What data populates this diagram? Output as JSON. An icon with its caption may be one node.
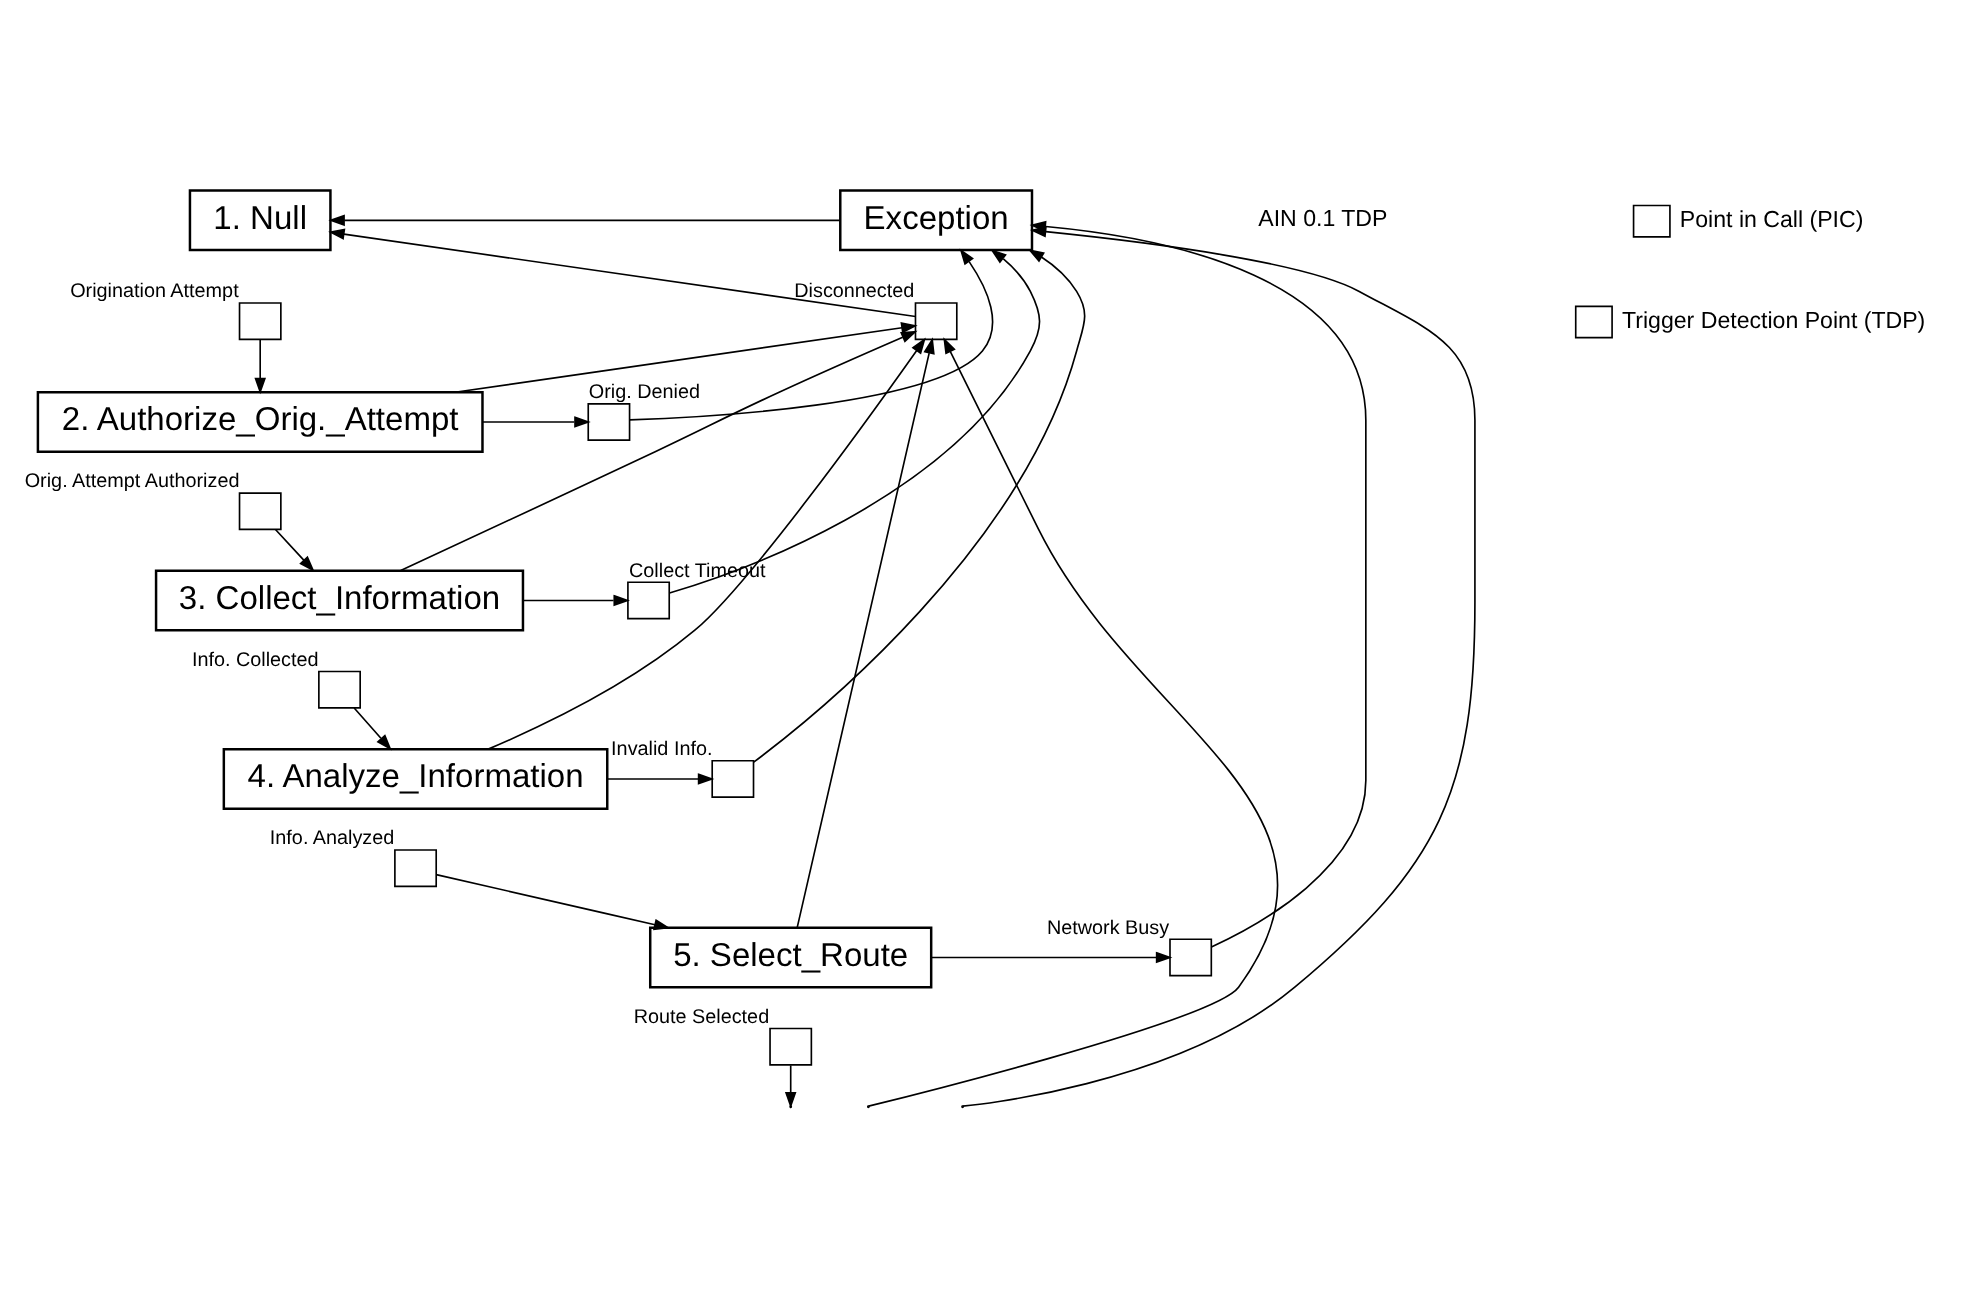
{
  "diagram": {
    "nodes": [
      {
        "text": [
          "1. Null"
        ]
      },
      {
        "text": [],
        "shape": "box",
        "beside": [
          "Origination Attempt"
        ]
      },
      {
        "text": [
          "2. Authorize_Orig._Attempt"
        ]
      },
      {
        "text": [],
        "shape": "box",
        "beside": [
          "Orig. Attempt Authorized"
        ]
      },
      {
        "text": [],
        "shape": "box",
        "beside": [
          "Orig. Denied"
        ]
      },
      {
        "text": [
          "3. Collect_Information"
        ]
      },
      {
        "text": [],
        "shape": "box",
        "beside": [
          "Info. Collected"
        ]
      },
      {
        "text": [],
        "shape": "box",
        "beside": [
          "Collect Timeout"
        ]
      },
      {
        "text": [
          "4. Analyze_Information"
        ]
      },
      {
        "text": [],
        "shape": "box",
        "beside": [
          "Info. Analyzed"
        ]
      },
      {
        "text": [],
        "shape": "box",
        "beside": [
          "Invalid Info."
        ]
      },
      {
        "text": [
          "5. Select_Route"
        ]
      },
      {
        "text": [],
        "shape": "box",
        "beside": [
          "Route Selected"
        ]
      },
      {
        "text": [],
        "shape": "box",
        "beside": [
          "Network Busy"
        ]
      },
      {
        "text": [
          "Exception"
        ]
      },
      {
        "text": [],
        "shape": "box",
        "beside": [
          "Disconnected"
        ]
      }
    ],
    "edges": [
      {
        "from": 1,
        "to": 2,
        "arrow": "to"
      },
      {
        "from": 2,
        "to": 4,
        "arrow": "to"
      },
      {
        "from": 4,
        "to": 14,
        "arrow": "to"
      },
      {
        "from": 2,
        "to": 15,
        "arrow": "to"
      },
      {
        "from": 3,
        "to": 5,
        "arrow": "to"
      },
      {
        "from": 5,
        "to": 7,
        "arrow": "to"
      },
      {
        "from": 7,
        "to": 14,
        "arrow": "to"
      },
      {
        "from": 5,
        "to": 15,
        "arrow": "to"
      },
      {
        "from": 6,
        "to": 8,
        "arrow": "to"
      },
      {
        "from": 8,
        "to": 10,
        "arrow": "to"
      },
      {
        "from": 10,
        "to": 14,
        "arrow": "to"
      },
      {
        "from": 8,
        "to": 15,
        "arrow": "to"
      },
      {
        "from": 9,
        "to": 11,
        "arrow": "to"
      },
      {
        "from": 11,
        "to": 13,
        "arrow": "to"
      },
      {
        "from": 13,
        "to": 14,
        "arrow": "to"
      },
      {
        "from": 11,
        "to": 15,
        "arrow": "to"
      },
      {
        "from": 12,
        "to": null,
        "arrow": "to"
      },
      {
        "from": null,
        "to": 14,
        "arrow": "to"
      },
      {
        "from": null,
        "to": 15,
        "arrow": "to"
      },
      {
        "from": 14,
        "to": 0,
        "arrow": "to"
      },
      {
        "from": 15,
        "to": 0,
        "arrow": "to"
      }
    ],
    "labels": [
      "AIN 0.1 TDP"
    ],
    "legend": [
      {
        "text": "Point in Call (PIC)"
      },
      {
        "text": "Trigger Detection Point (TDP)"
      }
    ]
  }
}
